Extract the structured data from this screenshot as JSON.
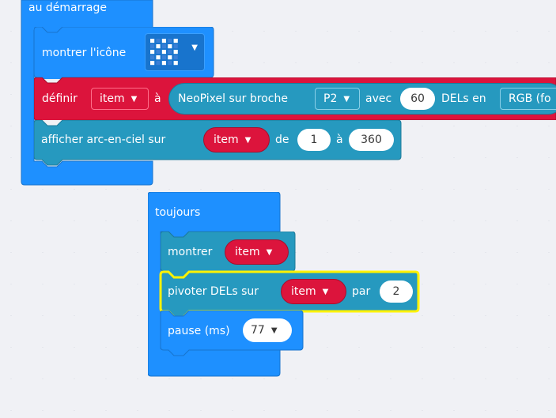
{
  "colors": {
    "basic": "#1e90ff",
    "variable": "#dc143c",
    "neopixel": "#2699bf",
    "highlight": "#fff200",
    "workspace": "#f0f1f5"
  },
  "on_start": {
    "label": "au démarrage",
    "show_icon": {
      "label": "montrer l'icône"
    },
    "set_var": {
      "label": "définir",
      "var": "item",
      "to": "à",
      "create_label": "NeoPixel sur broche",
      "pin": "P2",
      "with_label": "avec",
      "count": "60",
      "leds_label": "DELs en",
      "mode": "RGB (fo"
    },
    "rainbow": {
      "label": "afficher arc-en-ciel sur",
      "var": "item",
      "from_label": "de",
      "from": "1",
      "to_label": "à",
      "to": "360"
    }
  },
  "forever": {
    "label": "toujours",
    "show": {
      "label": "montrer",
      "var": "item"
    },
    "rotate": {
      "label": "pivoter DELs sur",
      "var": "item",
      "by_label": "par",
      "value": "2"
    },
    "pause": {
      "label": "pause (ms)",
      "value": "77"
    }
  }
}
